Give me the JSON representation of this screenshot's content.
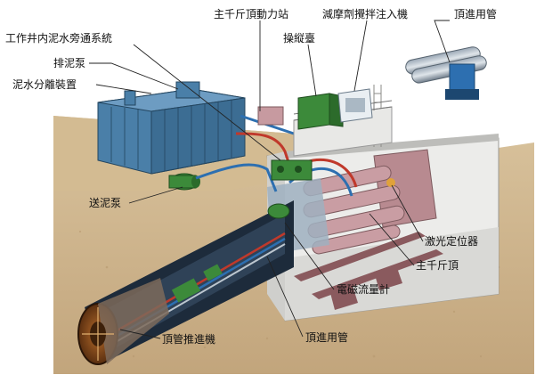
{
  "labels": {
    "main_jack_power_station": "主千斤頂動力站",
    "lubricant_injector": "減摩劑攪拌注入機",
    "jacking_pipe_top": "頂進用管",
    "shaft_slurry_bypass": "工作井内泥水旁通系統",
    "control_booth": "操縦臺",
    "discharge_pump": "排泥泵",
    "slurry_separator": "泥水分離裝置",
    "feed_pump": "送泥泵",
    "laser_positioner": "激光定位器",
    "main_jack": "主千斤頂",
    "em_flowmeter": "電磁流量計",
    "jacking_pipe_bottom": "頂進用管",
    "tbm": "頂管推進機"
  },
  "colors": {
    "soil": "#cdb48f",
    "concrete": "#e4e4e2",
    "separator_blue": "#4a7fa8",
    "pump_green": "#3c8a3a",
    "pipe_red": "#c0392b",
    "pipe_blue": "#2d6fb0",
    "jack_pink": "#c79aa0",
    "tunnel_dark": "#1c2a3a"
  }
}
